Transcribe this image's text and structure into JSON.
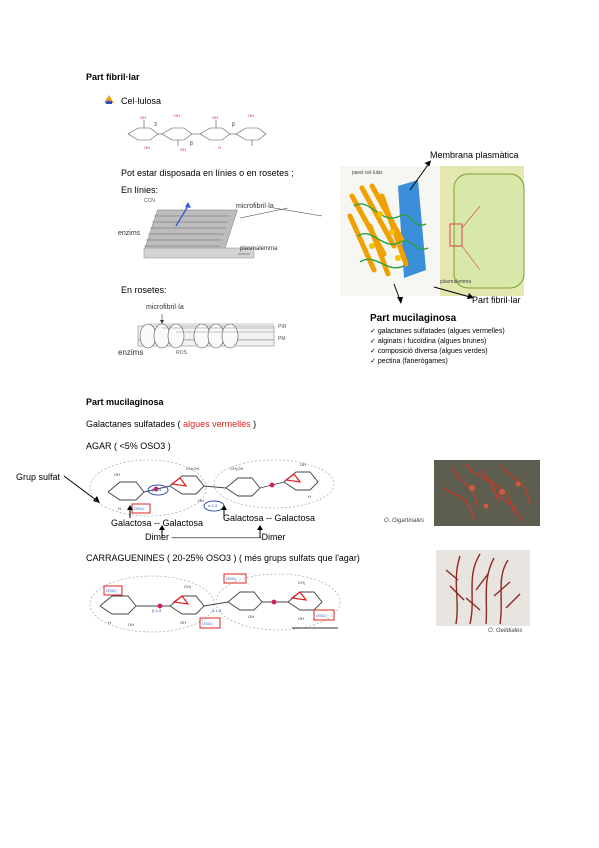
{
  "fibrillar": {
    "heading": "Part fibril·lar",
    "cellulose_bullet": "Cel·lulosa",
    "arrangement": "Pot estar disposada en línies o en rosetes ;",
    "in_lines": "En línies:",
    "in_rosettes": "En rosetes:",
    "fig_lines": {
      "ccn": "CCN",
      "microfibril": "microfibril·la",
      "enzymes": "enzims",
      "plasmalemma": "plasmalemma"
    },
    "fig_rosettes": {
      "microfibril": "microfibril·la",
      "enzymes": "enzims",
      "pir": "PIR",
      "pm": "PM",
      "ros": "ROS"
    }
  },
  "wall_figure": {
    "membrane_label": "Membrana plasmàtica",
    "cell_wall_tag": "paret cel·lular",
    "plasmalemma_tag": "plasmalemma",
    "fibrillar_label": "Part fibril·lar",
    "mucilage_title": "Part mucilaginosa",
    "mucilage_items": [
      "galactanes sulfatades (algues vermelles)",
      "alginats i fucoïdina (algues brunes)",
      "composició diversa (algues verdes)",
      "pectina (fanerògames)"
    ]
  },
  "mucilage": {
    "heading": "Part mucilaginosa",
    "galactans_prefix": "Galactanes sulfatades ( ",
    "galactans_highlight": "algues vermelles",
    "galactans_suffix": " )",
    "agar": "AGAR ( <5% OSO3 )",
    "sulfate_group": "Grup sulfat",
    "galactose_pair_1": "Galactosa -- Galactosa",
    "galactose_pair_2": "Galactosa -- Galactosa",
    "dimer": "Dimer ——————————Dimer",
    "agar_photo_caption": "O. Gigartinales",
    "carrageenans": "CARRAGUENINES ( 20-25% OSO3 ) ( més grups sulfats que l'agar)",
    "carrageenan_photo_caption": "O. Gelidiales",
    "link_b14": "β 1-4",
    "link_a13": "α 1-3",
    "oso3": "OSO₃⁻"
  },
  "colors": {
    "highlight": "#e02020",
    "sulfate_box": "#e02020",
    "link_oval": "#3050b0",
    "seaweed": "#8b2a20"
  }
}
